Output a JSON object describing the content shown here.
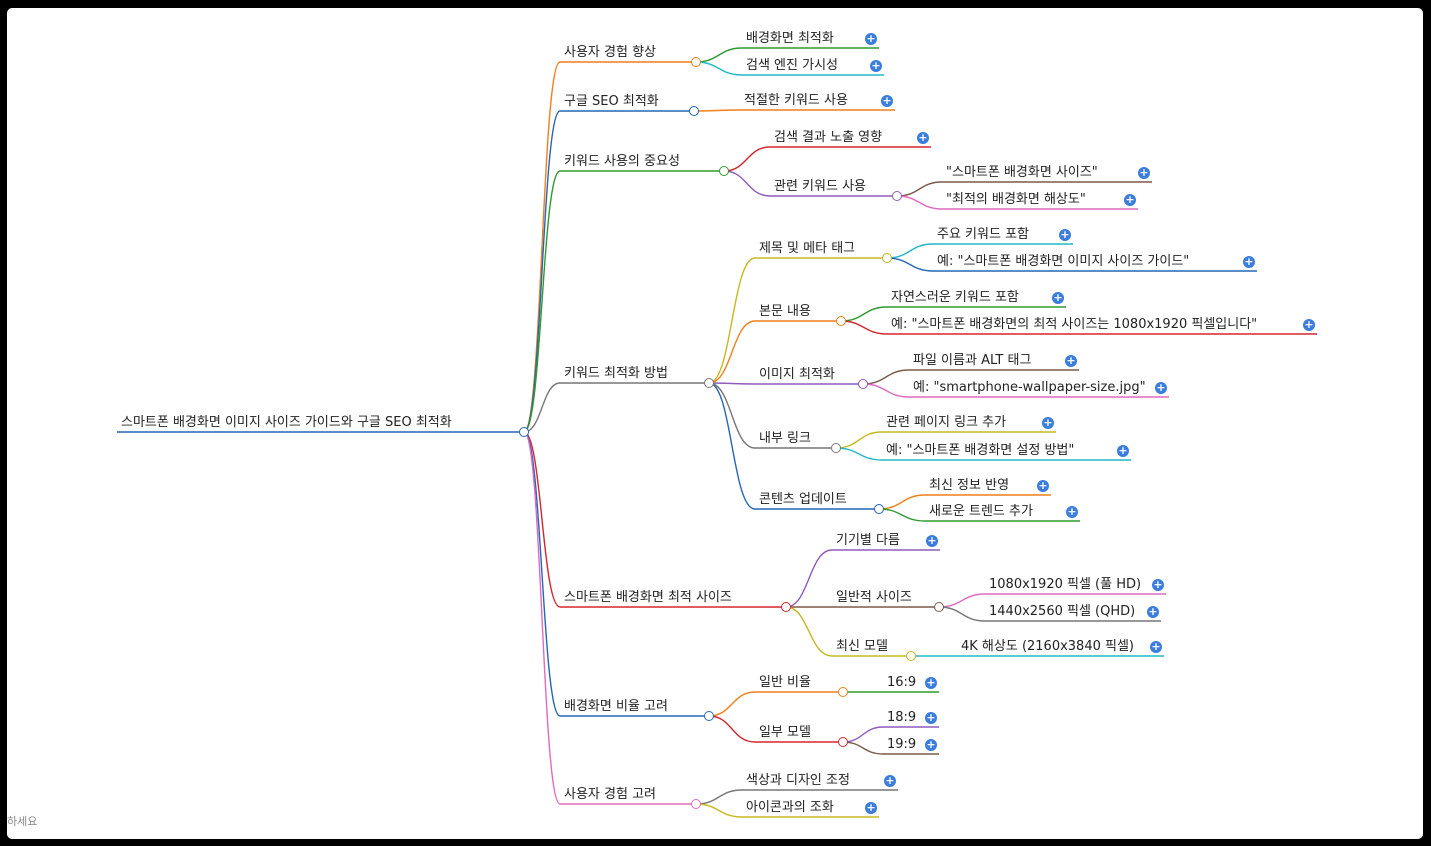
{
  "root": "스마트폰 배경화면 이미지 사이즈 가이드와 구글 SEO 최적화",
  "footer_text": "하세요",
  "colors": {
    "plus": "#3b7ddd",
    "root_line": "#2566b5"
  },
  "branches": [
    {
      "label": "사용자 경험 향상",
      "color": "#f07f1c",
      "children": [
        {
          "label": "배경화면 최적화",
          "color": "#2e9a2e"
        },
        {
          "label": "검색 엔진 가시성",
          "color": "#20b8c8"
        }
      ]
    },
    {
      "label": "구글 SEO 최적화",
      "color": "#2566b5",
      "children": [
        {
          "label": "적절한 키워드 사용",
          "color": "#f07f1c"
        }
      ]
    },
    {
      "label": "키워드 사용의 중요성",
      "color": "#2e9a2e",
      "children": [
        {
          "label": "검색 결과 노출 영향",
          "color": "#d4262e"
        },
        {
          "label": "관련 키워드 사용",
          "color": "#8e5bbd",
          "children": [
            {
              "label": "\"스마트폰 배경화면 사이즈\"",
              "color": "#7a5a48"
            },
            {
              "label": "\"최적의 배경화면 해상도\"",
              "color": "#e06ac0"
            }
          ]
        }
      ]
    },
    {
      "label": "키워드 최적화 방법",
      "color": "#777777",
      "children": [
        {
          "label": "제목 및 메타 태그",
          "color": "#c8b820",
          "children": [
            {
              "label": "주요 키워드 포함",
              "color": "#20b8c8"
            },
            {
              "label": "예: \"스마트폰 배경화면 이미지 사이즈 가이드\"",
              "color": "#2566b5"
            }
          ]
        },
        {
          "label": "본문 내용",
          "color": "#f07f1c",
          "children": [
            {
              "label": "자연스러운 키워드 포함",
              "color": "#2e9a2e"
            },
            {
              "label": "예: \"스마트폰 배경화면의 최적 사이즈는 1080x1920 픽셀입니다\"",
              "color": "#d4262e"
            }
          ]
        },
        {
          "label": "이미지 최적화",
          "color": "#8e5bbd",
          "children": [
            {
              "label": "파일 이름과 ALT 태그",
              "color": "#7a5a48"
            },
            {
              "label": "예: \"smartphone-wallpaper-size.jpg\"",
              "color": "#e06ac0"
            }
          ]
        },
        {
          "label": "내부 링크",
          "color": "#777777",
          "children": [
            {
              "label": "관련 페이지 링크 추가",
              "color": "#c8b820"
            },
            {
              "label": "예: \"스마트폰 배경화면 설정 방법\"",
              "color": "#20b8c8"
            }
          ]
        },
        {
          "label": "콘텐츠 업데이트",
          "color": "#2566b5",
          "children": [
            {
              "label": "최신 정보 반영",
              "color": "#f07f1c"
            },
            {
              "label": "새로운 트렌드 추가",
              "color": "#2e9a2e"
            }
          ]
        }
      ]
    },
    {
      "label": "스마트폰 배경화면 최적 사이즈",
      "color": "#d4262e",
      "children": [
        {
          "label": "기기별 다름",
          "color": "#8e5bbd"
        },
        {
          "label": "일반적 사이즈",
          "color": "#7a5a48",
          "children": [
            {
              "label": "1080x1920 픽셀 (풀 HD)",
              "color": "#e06ac0"
            },
            {
              "label": "1440x2560 픽셀 (QHD)",
              "color": "#777777"
            }
          ]
        },
        {
          "label": "최신 모델",
          "color": "#c8b820",
          "children": [
            {
              "label": "4K 해상도 (2160x3840 픽셀)",
              "color": "#20b8c8"
            }
          ]
        }
      ]
    },
    {
      "label": "배경화면 비율 고려",
      "color": "#2566b5",
      "children": [
        {
          "label": "일반 비율",
          "color": "#f07f1c",
          "children": [
            {
              "label": "16:9",
              "color": "#2e9a2e"
            }
          ]
        },
        {
          "label": "일부 모델",
          "color": "#d4262e",
          "children": [
            {
              "label": "18:9",
              "color": "#8e5bbd"
            },
            {
              "label": "19:9",
              "color": "#7a5a48"
            }
          ]
        }
      ]
    },
    {
      "label": "사용자 경험 고려",
      "color": "#e06ac0",
      "children": [
        {
          "label": "색상과 디자인 조정",
          "color": "#777777"
        },
        {
          "label": "아이콘과의 조화",
          "color": "#c8b820"
        }
      ]
    }
  ]
}
